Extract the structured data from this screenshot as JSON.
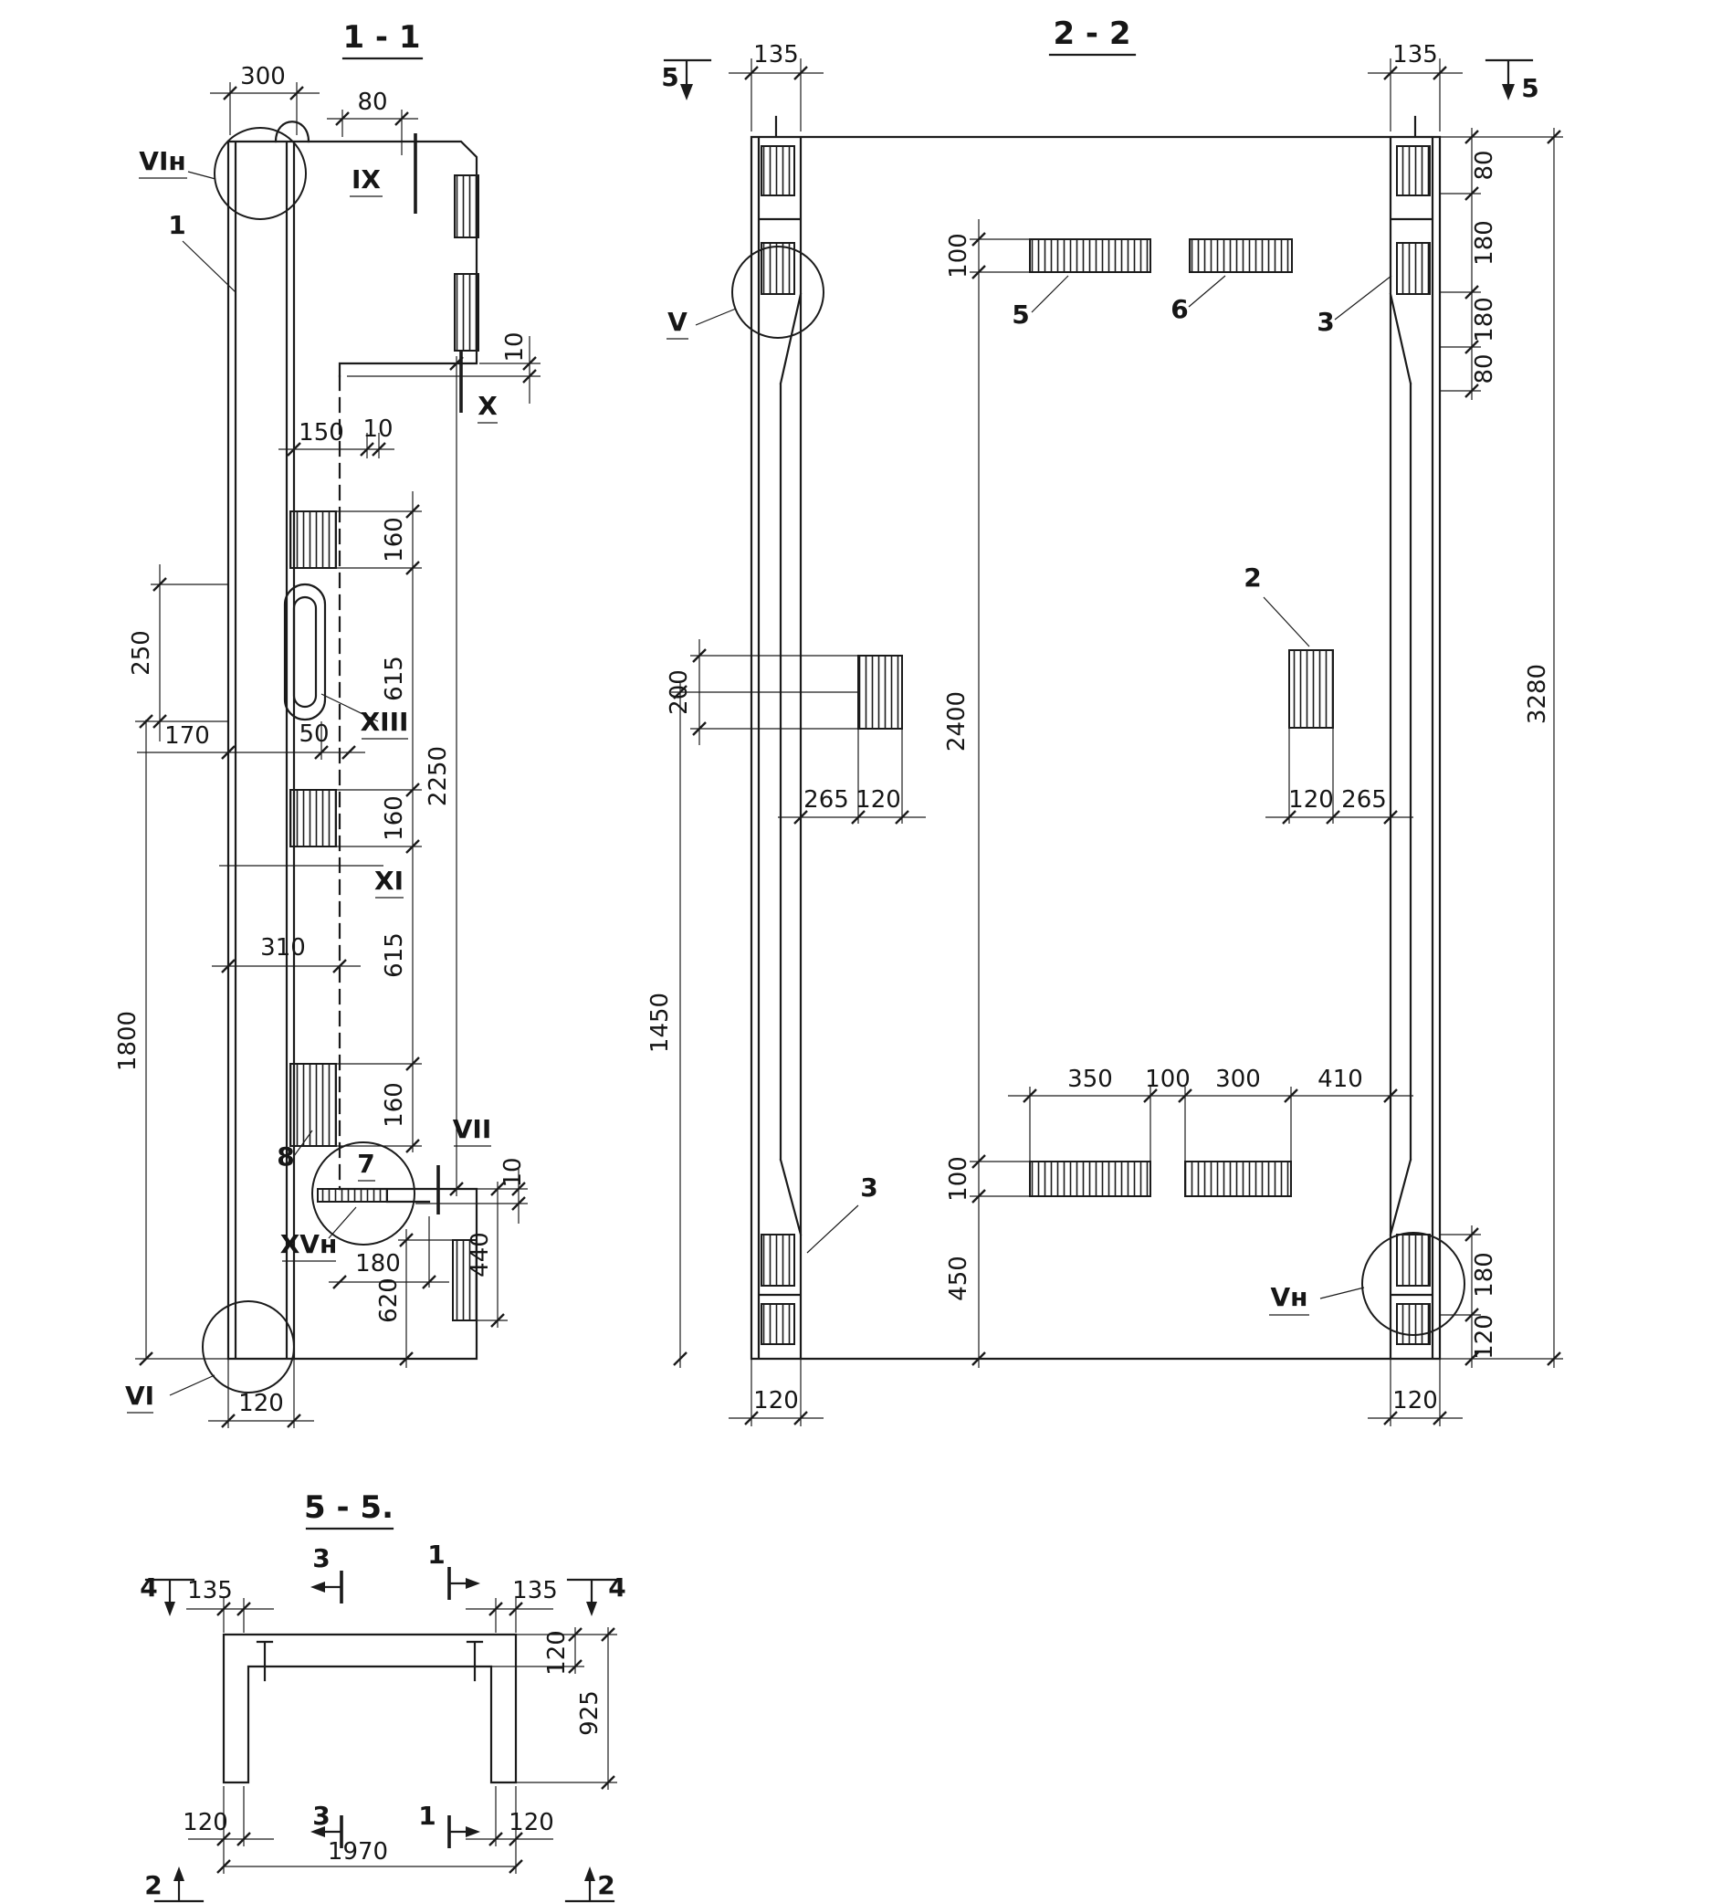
{
  "drawing": {
    "bg": "#ffffff",
    "ink": "#1b1b1b"
  },
  "s11": {
    "title": "1 - 1",
    "callouts": {
      "vi_top": "VIн",
      "item1": "1",
      "ix": "IX",
      "x": "X",
      "xiii": "XIII",
      "xi": "XI",
      "item8": "8",
      "item7": "7",
      "vii": "VII",
      "xv": "XVн",
      "vi_bot": "VI"
    },
    "dims": {
      "w300": "300",
      "w80": "80",
      "g10a": "10",
      "w150": "150",
      "g10b": "10",
      "h160a": "160",
      "h615a": "615",
      "h2250": "2250",
      "h250": "250",
      "w170": "170",
      "w50": "50",
      "h160b": "160",
      "w310": "310",
      "h615b": "615",
      "h1800": "1800",
      "h160c": "160",
      "g10c": "10",
      "w180": "180",
      "h440": "440",
      "h620": "620",
      "w120": "120"
    }
  },
  "s22": {
    "title": "2 - 2",
    "callouts": {
      "cut5l": "5",
      "cut5r": "5",
      "v": "V",
      "vn": "Vн",
      "item5": "5",
      "item6": "6",
      "item3t": "3",
      "item2": "2",
      "item3b": "3"
    },
    "dims": {
      "w135l": "135",
      "w135r": "135",
      "h80a": "80",
      "h180a": "180",
      "h180b": "180",
      "h80b": "80",
      "h3280": "3280",
      "h100t": "100",
      "h200": "200",
      "h2400": "2400",
      "w265a": "265",
      "w120a": "120",
      "w120b": "120",
      "w265b": "265",
      "h1450": "1450",
      "w350": "350",
      "w100": "100",
      "w300": "300",
      "w410": "410",
      "h100b": "100",
      "h450": "450",
      "h180c": "180",
      "h120c": "120",
      "w120l": "120",
      "w120r": "120"
    }
  },
  "s55": {
    "title": "5 - 5.",
    "cuts": {
      "c4l": "4",
      "c4r": "4",
      "c3t": "3",
      "c1t": "1",
      "c3b": "3",
      "c1b": "1",
      "c2l": "2",
      "c2r": "2"
    },
    "dims": {
      "w135l": "135",
      "w135r": "135",
      "h120": "120",
      "h925": "925",
      "w120l": "120",
      "w120r": "120",
      "w1970": "1970"
    }
  }
}
